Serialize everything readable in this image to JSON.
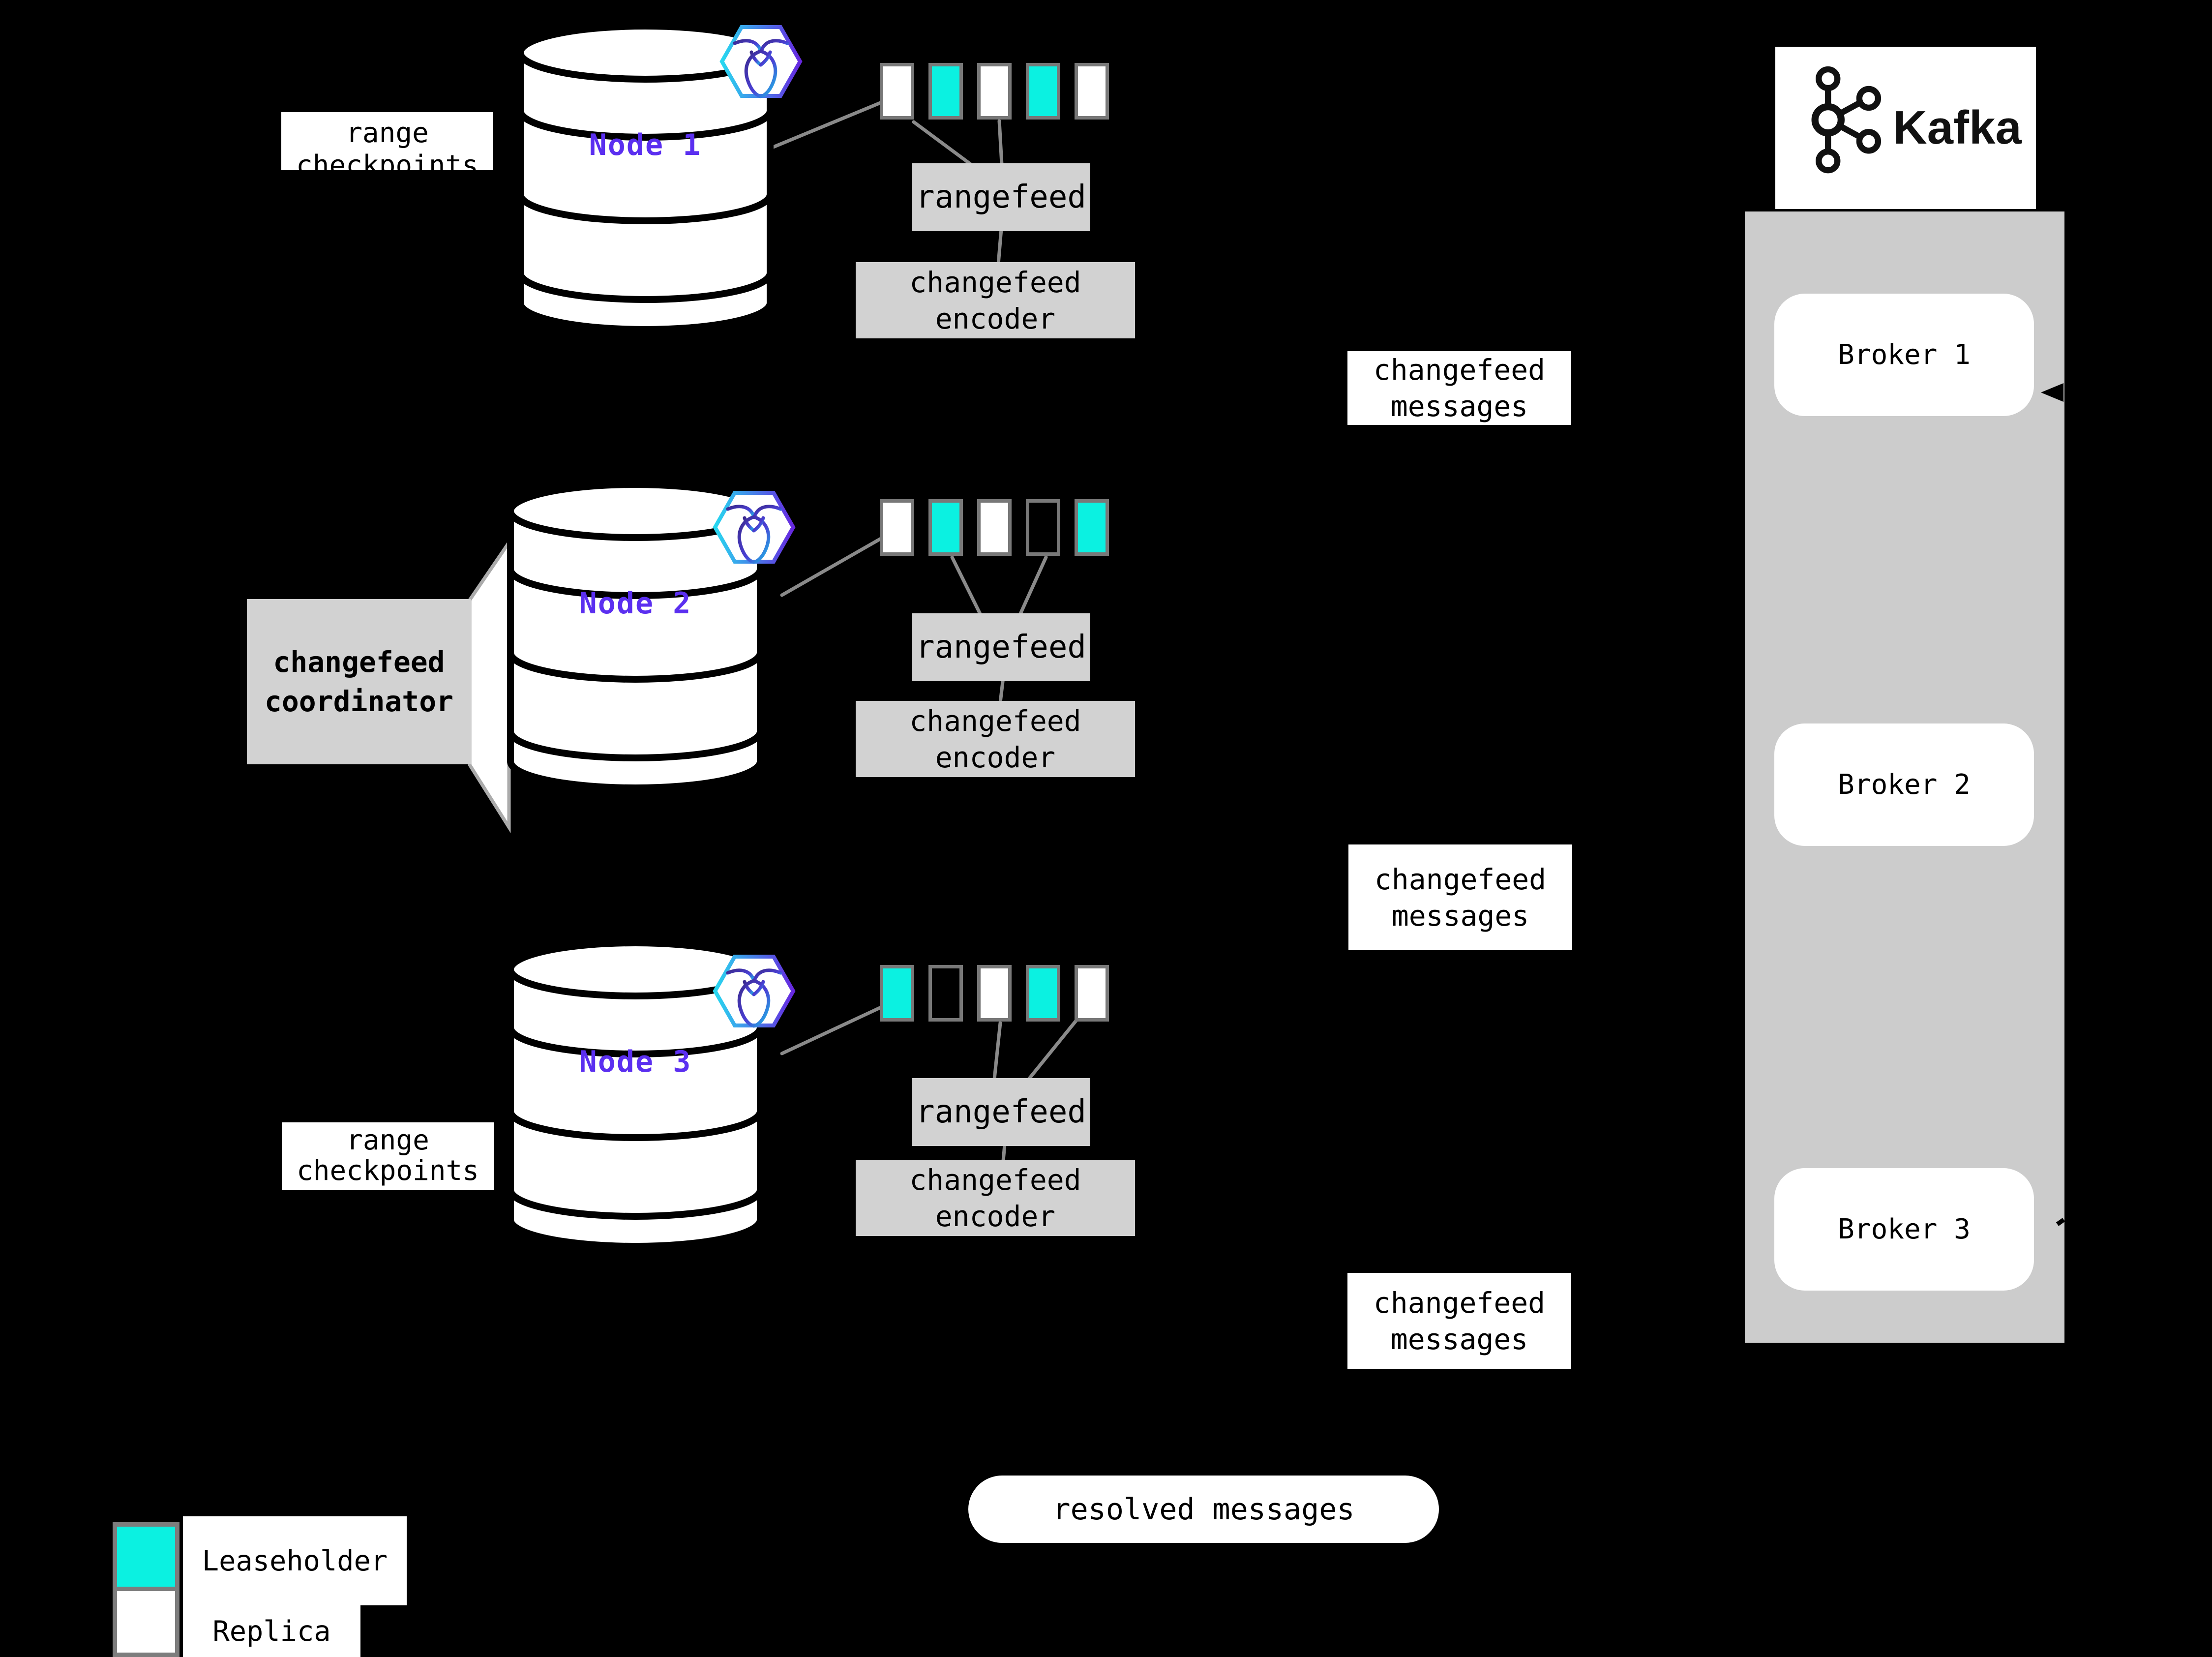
{
  "colors": {
    "background": "#000000",
    "leaseholder": "#0bf1e1",
    "replica": "#ffffff",
    "empty": "#000000",
    "box_gray": "#d2d2d2",
    "panel_gray": "#cccccc",
    "line_gray": "#8a8a8a",
    "node_label_purple": "#5b2ff0",
    "square_border": "#787878"
  },
  "nodes": [
    {
      "name": "Node 1",
      "rangefeed": "rangefeed",
      "encoder": {
        "line1": "changefeed",
        "line2": "encoder"
      },
      "ranges": [
        "replica",
        "leaseholder",
        "replica",
        "leaseholder",
        "replica"
      ]
    },
    {
      "name": "Node 2",
      "rangefeed": "rangefeed",
      "encoder": {
        "line1": "changefeed",
        "line2": "encoder"
      },
      "ranges": [
        "replica",
        "leaseholder",
        "replica",
        "empty",
        "leaseholder"
      ]
    },
    {
      "name": "Node 3",
      "rangefeed": "rangefeed",
      "encoder": {
        "line1": "changefeed",
        "line2": "encoder"
      },
      "ranges": [
        "leaseholder",
        "empty",
        "replica",
        "leaseholder",
        "replica"
      ]
    }
  ],
  "labels": {
    "range_checkpoints_top": {
      "line1": "range",
      "line2": "checkpoints"
    },
    "coordinator": {
      "line1": "changefeed",
      "line2": "coordinator"
    },
    "range_checkpoints_bottom": {
      "line1": "range",
      "line2": "checkpoints"
    },
    "changefeed_messages": {
      "line1": "changefeed",
      "line2": "messages"
    },
    "resolved_messages": "resolved messages"
  },
  "kafka": {
    "title": "Kafka",
    "brokers": [
      "Broker 1",
      "Broker 2",
      "Broker 3"
    ]
  },
  "legend": {
    "leaseholder": "Leaseholder",
    "replica": "Replica"
  }
}
